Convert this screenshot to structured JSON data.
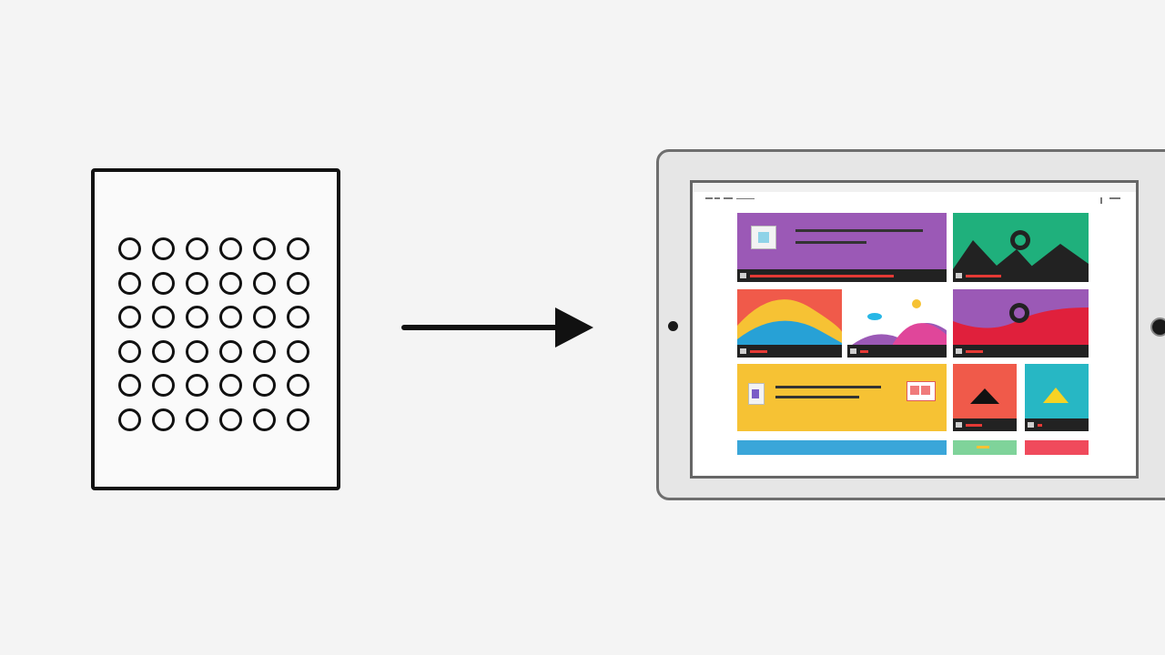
{
  "colors": {
    "background": "#f4f4f4",
    "outline": "#111111",
    "purple": "#9b59b6",
    "green": "#1fb07c",
    "coral": "#f05a4a",
    "yellow": "#f6c234",
    "teal": "#27b7c4",
    "blue": "#3aa6d9",
    "light_green": "#7fd39a",
    "red": "#f04a5c",
    "progress_red": "#e53935"
  },
  "icons": {
    "left_card": "dot-grid-icon",
    "arrow": "right-arrow-icon",
    "tablet": "tablet-icon"
  },
  "dot_grid": {
    "rows": 6,
    "columns": 6
  },
  "video_progress": {
    "purple_tile": 0.75,
    "green_tile": 0.3,
    "coral_tile": 0.2,
    "white_tile": 0.1,
    "magenta_tile": 0.15,
    "orange_small_tile": 0.35,
    "teal_small_tile": 0.1
  }
}
